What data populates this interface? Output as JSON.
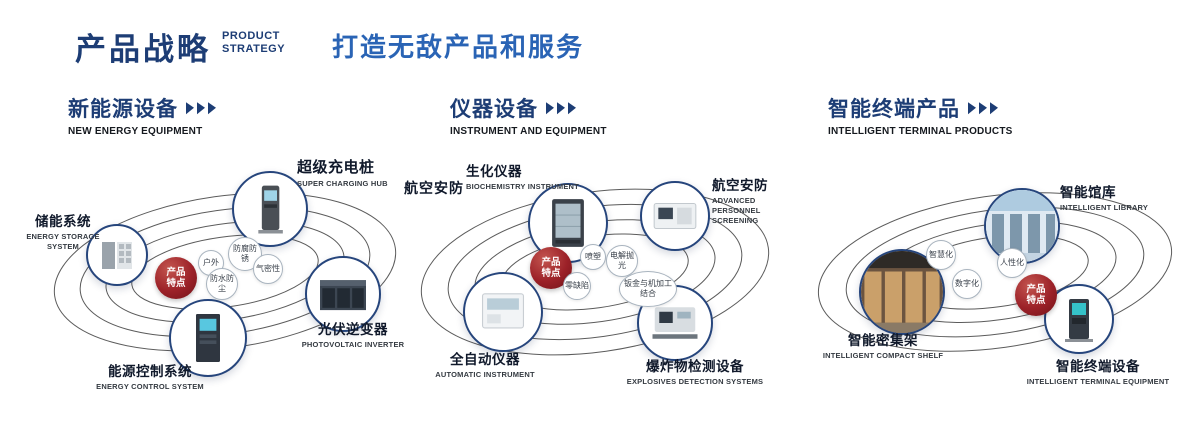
{
  "header": {
    "brand_cn": "产品战略",
    "brand_en_1": "PRODUCT",
    "brand_en_2": "STRATEGY",
    "slogan": "打造无敌产品和服务"
  },
  "colors": {
    "navy": "#1d3d75",
    "blue": "#2a64b5",
    "badge_red": "#9c2128"
  },
  "sections": [
    {
      "title_cn": "新能源设备",
      "title_en": "NEW ENERGY EQUIPMENT",
      "center_badge": "产品特点",
      "features": [
        "户外",
        "防腐防锈",
        "气密性",
        "防水防尘"
      ],
      "products": [
        {
          "cn": "储能系统",
          "en": "ENERGY STORAGE SYSTEM",
          "icon": "energy-storage-cabinet"
        },
        {
          "cn": "超级充电桩",
          "en": "SUPER CHARGING HUB",
          "icon": "charging-pile"
        },
        {
          "cn": "光伏逆变器",
          "en": "PHOTOVOLTAIC INVERTER",
          "icon": "inverter-cabinets"
        },
        {
          "cn": "能源控制系统",
          "en": "ENERGY CONTROL SYSTEM",
          "icon": "control-cabinet"
        }
      ]
    },
    {
      "title_cn": "仪器设备",
      "title_en": "INSTRUMENT AND EQUIPMENT",
      "side_label": "航空安防",
      "center_badge": "产品特点",
      "features": [
        "喷塑",
        "电解抛光",
        "零缺陷",
        "钣金与机加工结合"
      ],
      "products": [
        {
          "cn": "生化仪器",
          "en": "BIOCHEMISTRY INSTRUMENT",
          "icon": "biochemistry-analyzer"
        },
        {
          "cn": "航空安防",
          "en": "ADVANCED PERSONNEL SCREENING",
          "icon": "screening-machine"
        },
        {
          "cn": "全自动仪器",
          "en": "AUTOMATIC INSTRUMENT",
          "icon": "automatic-analyzer"
        },
        {
          "cn": "爆炸物检测设备",
          "en": "EXPLOSIVES DETECTION SYSTEMS",
          "icon": "explosives-detector"
        }
      ]
    },
    {
      "title_cn": "智能终端产品",
      "title_en": "INTELLIGENT TERMINAL PRODUCTS",
      "center_badge": "产品特点",
      "features": [
        "智慧化",
        "人性化",
        "数字化"
      ],
      "products": [
        {
          "cn": "智能馆库",
          "en": "INTELLIGENT LIBRARY",
          "icon": "library-photo"
        },
        {
          "cn": "智能密集架",
          "en": "INTELLIGENT COMPACT SHELF",
          "icon": "compact-shelf-photo"
        },
        {
          "cn": "智能终端设备",
          "en": "INTELLIGENT TERMINAL EQUIPMENT",
          "icon": "terminal-kiosk"
        }
      ]
    }
  ]
}
